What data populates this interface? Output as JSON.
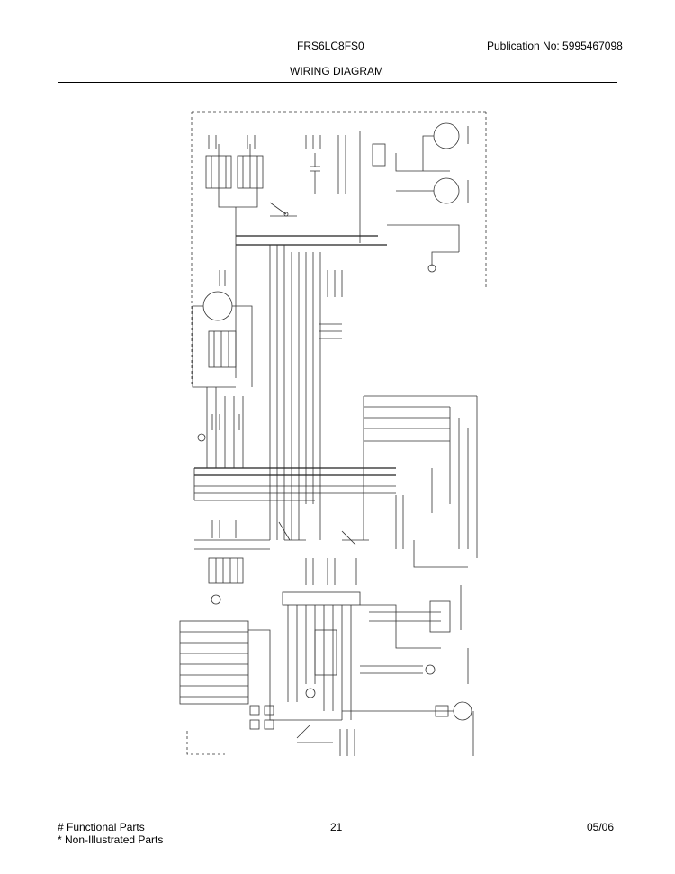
{
  "header": {
    "model": "FRS6LC8FS0",
    "publication": "Publication No:  5995467098",
    "title": "WIRING DIAGRAM"
  },
  "footer": {
    "functional": "# Functional Parts",
    "non_illustrated": "* Non-Illustrated Parts",
    "page": "21",
    "date": "05/06"
  }
}
